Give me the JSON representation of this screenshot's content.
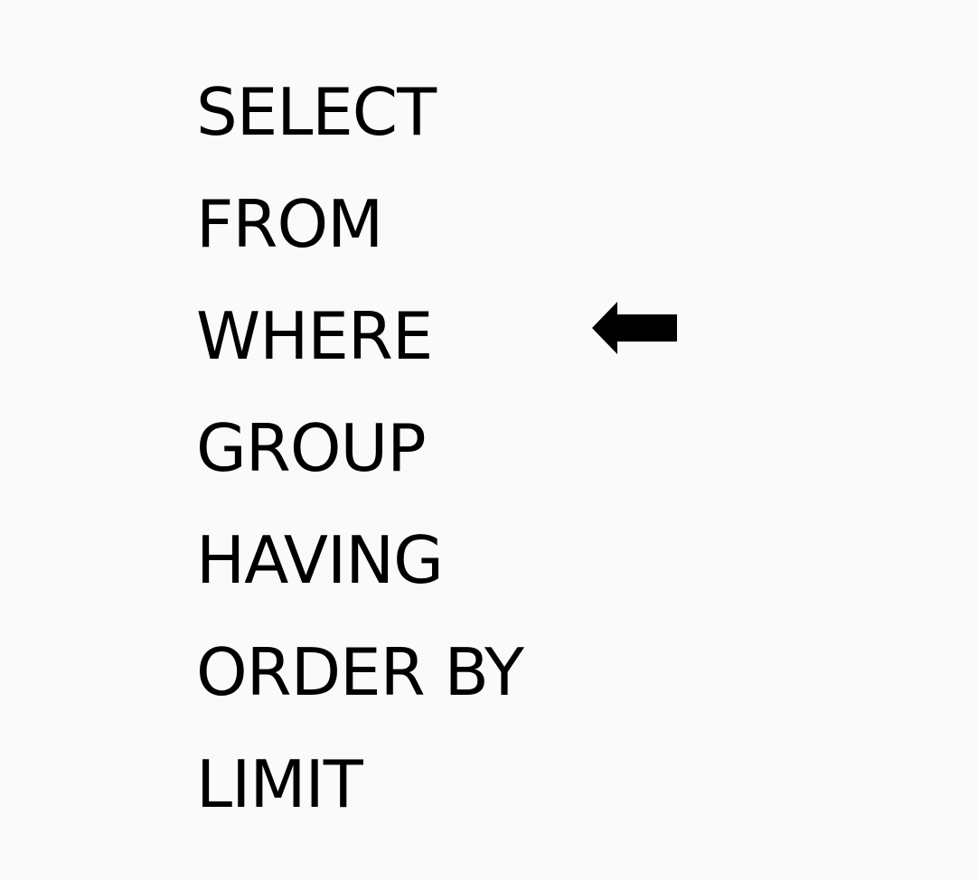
{
  "clauses": [
    {
      "label": "SELECT"
    },
    {
      "label": "FROM"
    },
    {
      "label": "WHERE",
      "pointer": "left-arrow-icon"
    },
    {
      "label": "GROUP"
    },
    {
      "label": "HAVING"
    },
    {
      "label": "ORDER BY"
    },
    {
      "label": "LIMIT"
    }
  ],
  "colors": {
    "background": "#fafafa",
    "text": "#000000",
    "arrow": "#000000"
  }
}
